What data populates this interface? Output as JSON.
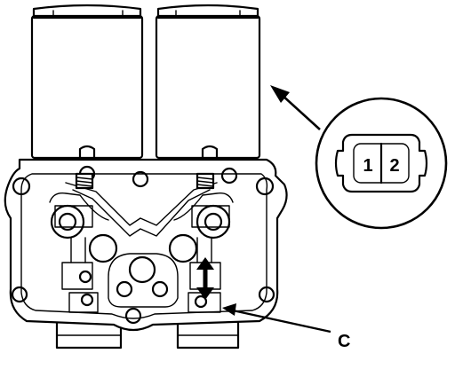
{
  "connector": {
    "pin_1": "1",
    "pin_2": "2"
  },
  "callout": {
    "label": "C"
  },
  "colors": {
    "line": "#000000",
    "background": "#ffffff"
  }
}
